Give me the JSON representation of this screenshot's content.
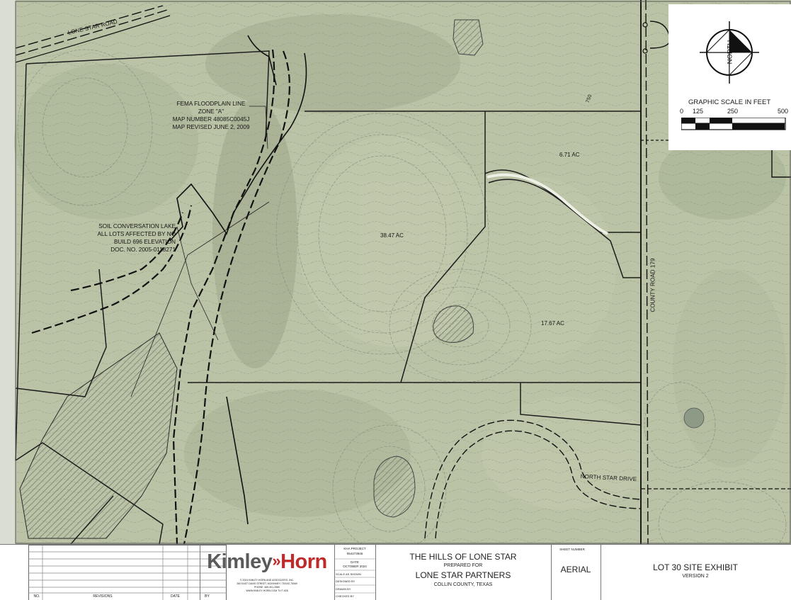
{
  "map": {
    "road_lone_star": "LONE STAR ROAD",
    "road_county_179": "COUNTY ROAD 179",
    "road_north_star": "NORTH STAR DRIVE",
    "contour_750": "750",
    "floodplain_note": [
      "FEMA FLOODPLAIN LINE",
      "ZONE \"A\"",
      "MAP NUMBER 48085C0045J",
      "MAP REVISED JUNE 2, 2009"
    ],
    "lake_note": [
      "SOIL CONVERSATION LAKE",
      "ALL LOTS AFFECTED BY NO",
      "BUILD 696 ELEVATION",
      "DOC. NO. 2005-0118271"
    ],
    "tracts": [
      {
        "label": "6.71 AC"
      },
      {
        "label": "38.47 AC"
      },
      {
        "label": "17.67 AC"
      }
    ],
    "colors": {
      "aerial": "#b9c2a4",
      "line": "#1c1c1c",
      "water": "#8f9a86"
    }
  },
  "north_arrow": {
    "label": "NORTH",
    "icon": "north-arrow-icon"
  },
  "scale": {
    "title": "GRAPHIC SCALE IN FEET",
    "ticks": [
      "0",
      "125",
      "250",
      "500"
    ]
  },
  "title_block": {
    "revisions_label": "REVISIONS",
    "no_label": "NO.",
    "date_label": "DATE",
    "by_label": "BY",
    "logo_left": "Kimley",
    "logo_right": "Horn",
    "firm_lines": [
      "© 2024 KIMLEY-HORN AND ASSOCIATES, INC.",
      "260 EAST DAVIS STREET, MCKINNEY, TEXAS 75069",
      "PHONE: 469-301-2580",
      "WWW.KIMLEY-HORN.COM TX F-928"
    ],
    "info_rows": [
      "KHA PROJECT",
      "064473946",
      "DATE",
      "OCTOBER 2024",
      "SCALE  AS SHOWN",
      "DESIGNED BY",
      "DRAWN BY",
      "CHECKED BY"
    ],
    "project_title": "THE HILLS OF LONE STAR",
    "prepared_for": "PREPARED FOR",
    "client": "LONE STAR PARTNERS",
    "location": "COLLIN COUNTY, TEXAS",
    "sheet_number_label": "SHEET NUMBER",
    "sheet_number": "AERIAL",
    "exhibit_title": "LOT 30 SITE EXHIBIT",
    "version": "VERSION 2"
  }
}
